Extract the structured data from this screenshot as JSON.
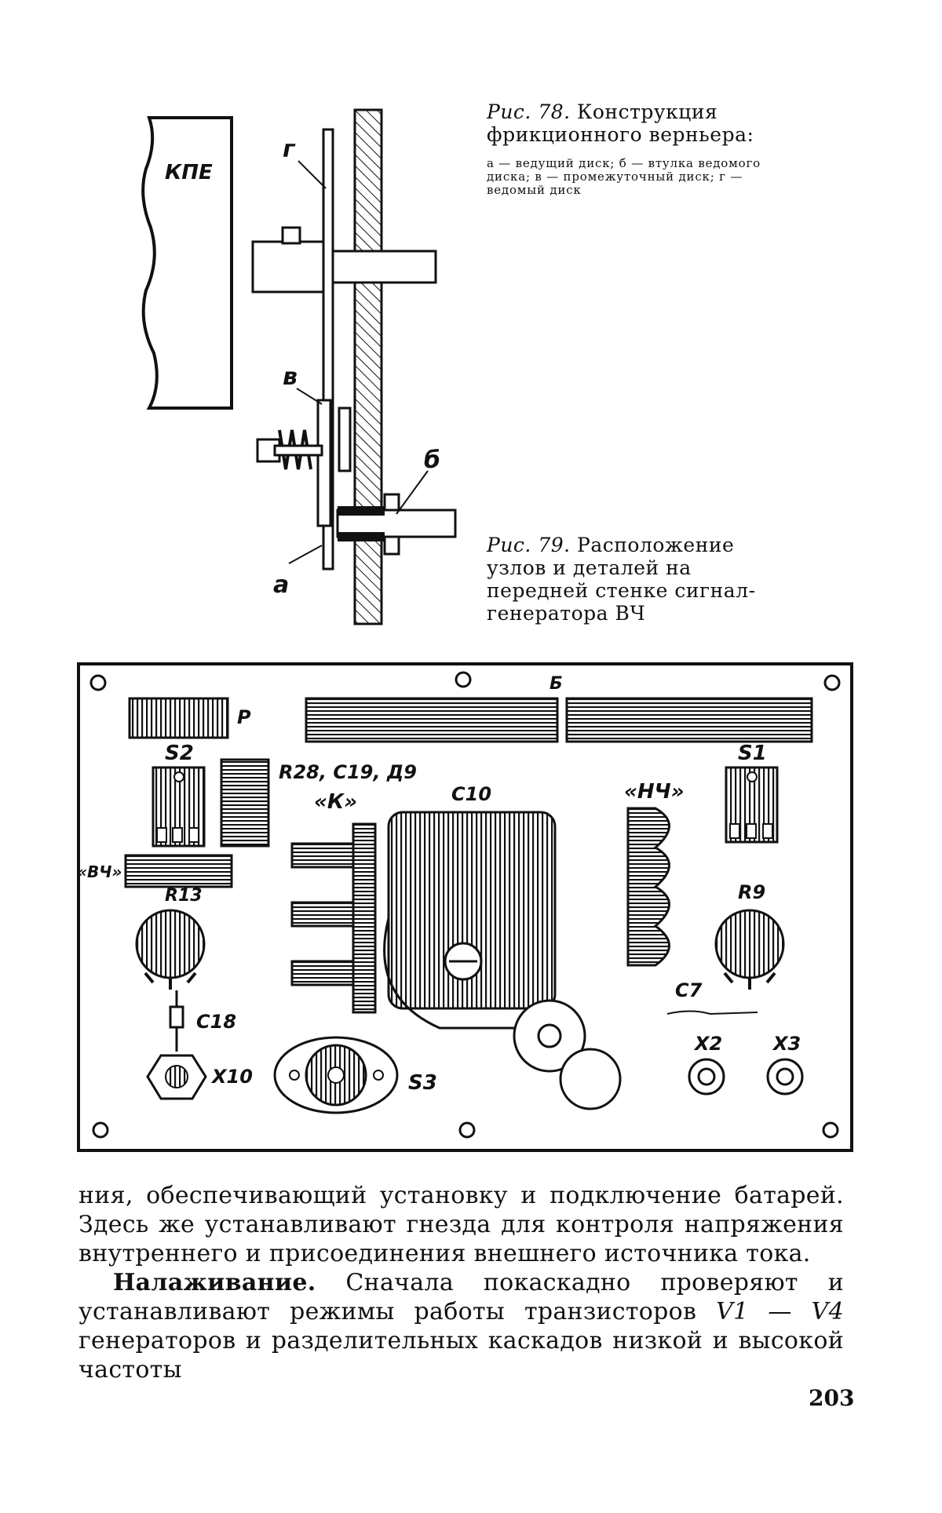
{
  "fig78": {
    "caption_title": "Рис. 78.",
    "caption_text": "Конструкция фрикционного верньера:",
    "legend": "а — ведущий диск; б — втулка ведомого диска; в — промежуточный диск; г — ведомый диск",
    "labels": {
      "kpe": "КПЕ",
      "g": "г",
      "v": "в",
      "b": "б",
      "a": "а"
    }
  },
  "fig79": {
    "caption_title": "Рис. 79.",
    "caption_text": "Расположение узлов и деталей на передней стенке сигнал-генератора ВЧ",
    "labels": {
      "r": "Р",
      "s2": "S2",
      "b": "Б",
      "s1": "S1",
      "r28": "R28, С19, Д9",
      "k": "«К»",
      "c10": "С10",
      "nch": "«НЧ»",
      "vch": "«ВЧ»",
      "r13": "R13",
      "r9": "R9",
      "c7": "С7",
      "c18": "С18",
      "x10": "Х10",
      "s3": "S3",
      "x2": "Х2",
      "x3": "Х3"
    }
  },
  "body": {
    "para1": "ния, обеспечивающий установку и подключение батарей. Здесь же устанавливают гнезда для контроля напряжения внутреннего и присоединения внешнего источника тока.",
    "para2_bold": "Налаживание.",
    "para2_a": " Сначала покаскадно проверяют и устанавливают режимы работы транзисторов ",
    "para2_v1": "V1 — V4",
    "para2_b": " генераторов и разделительных каскадов низкой и высокой частоты"
  },
  "page_number": "203"
}
